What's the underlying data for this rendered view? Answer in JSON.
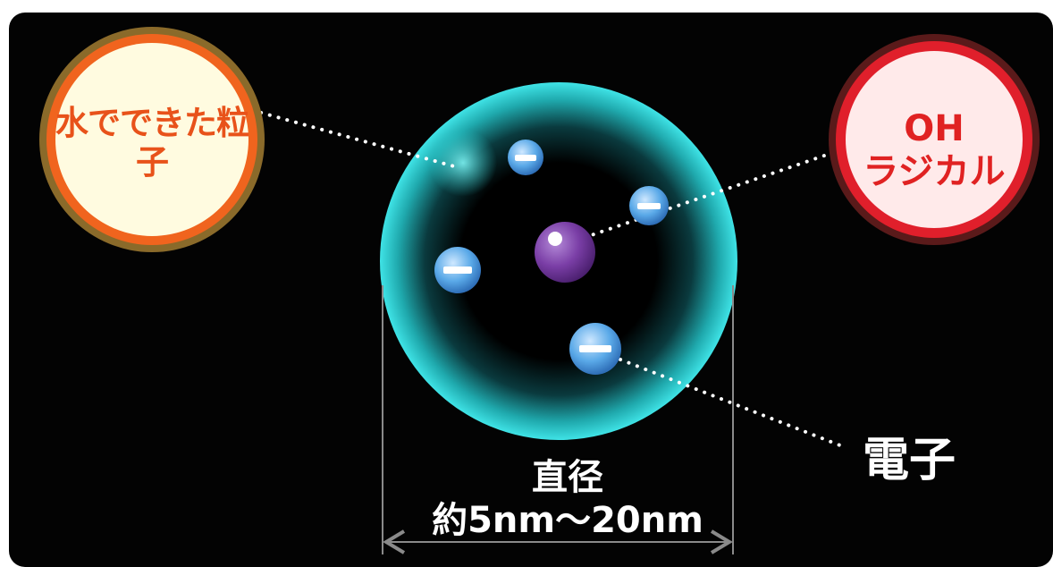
{
  "labels": {
    "water_particle": "水でできた粒子",
    "oh_radical_line1": "OH",
    "oh_radical_line2": "ラジカル",
    "electron": "電子",
    "diameter_line1": "直径",
    "diameter_line2": "約5nm〜20nm"
  },
  "colors": {
    "background": "#030303",
    "water_circle_fill": "#fffbe0",
    "water_circle_ring": "#f0641e",
    "water_circle_outer": "#8a6a2a",
    "water_text": "#e8521a",
    "oh_circle_fill": "#ffeaea",
    "oh_circle_ring": "#e01f2b",
    "oh_text": "#e02222",
    "sphere_glow": "#2fd6d8",
    "electron": "#5aa9e8",
    "radical": "#7a3ea6",
    "guide_line": "#8a8a8a"
  },
  "electron_sign": "－"
}
